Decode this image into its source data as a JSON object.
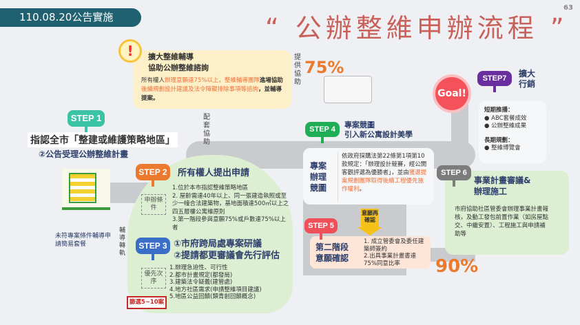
{
  "header": {
    "date_label": "110.08.20公告實施",
    "title": "“ 公辦整維申辦流程 ”",
    "page_number": "63"
  },
  "advice": {
    "title1": "擴大整維輔導",
    "title2": "協助公辦整維諮詢",
    "body_a": "所有權人",
    "body_b": "辦理意願達75%以上，整維輔導團隊",
    "body_c": "進場協助",
    "body_d": "後續規劃設計建議及法令障礙排除事項等諮詢",
    "body_e": "，並輔導提案。",
    "side": "提供協助",
    "mid": "配套協助",
    "pct": "75%"
  },
  "step1": {
    "label": "STEP 1",
    "line1": "指認全市「整建或維護策略地區」",
    "line2": "②公告受理公辦整維計畫"
  },
  "step2": {
    "label": "STEP 2",
    "title": "所有權人提出申請",
    "tag": "申辦條件",
    "items": [
      "1.位於本市指認整維策略地區",
      "2. 屋齡需達40年以上、同一張建造執照或至少一幢合法建築物，基地面積達500㎡以上之四五層樓公寓維原則",
      "3.第一階段參與意願75%或戶數達75%以上者"
    ]
  },
  "side_note": {
    "text": "未符專案條件輔導申請簡易套餐",
    "arrow": "輔導轉軌"
  },
  "step3": {
    "label": "STEP 3",
    "line1": "①市府跨局處專案研議",
    "line2": "②提請都更審議會先行評估",
    "tag": "優先次序",
    "items": [
      "1.辦理急迫性、可行性",
      "2.都市計畫規定(都發局)",
      "3.建築法令疑義(建管處)",
      "4.地方社區需求(申請整維項目建議)",
      "5.地區公益回饋(類青創回饋概念)"
    ],
    "badge": "篩選5~10案"
  },
  "step4": {
    "label": "STEP 4",
    "title1": "專案競圖",
    "title2": "引入新公寓設計美學",
    "side": "專案辦理競圖",
    "body_a": "依政府採購法第22條第1項第10款規定：「辦理設計競賽，經公開客觀評選為優勝者」，並由",
    "body_b": "獲選提案規劃團隊取得後續工程優先施作權利",
    "body_c": "。"
  },
  "step5": {
    "label": "STEP 5",
    "arrow": "意願再確認",
    "side": "第二階段意願確認",
    "items": [
      "1. 成立管委會及委任建築師簽約",
      "2.出具事業計畫書達75%同意比率"
    ],
    "pct": "90%"
  },
  "step6": {
    "label": "STEP 6",
    "title1": "事業計畫審議&",
    "title2": "辦理施工",
    "body": "市府協助社區管委會辦理事業計畫報核，及動工發包前置作業（如房屋點交、中繼安置）、工程施工與申請補助等"
  },
  "step7": {
    "label": "STEP7",
    "title1": "擴大",
    "title2": "行銷",
    "short": "短期推播：",
    "short_items": [
      "ABC套餐成效",
      "公辦整維成果"
    ],
    "long": "長期規劃：",
    "long_items": [
      "整維博覽會"
    ],
    "goal": "Goal!"
  },
  "colors": {
    "teal": "#1f6170",
    "title": "#c9605a",
    "step1": "#3cc3a6",
    "step2": "#ec7a2e",
    "step3": "#3a6fc8",
    "step4": "#1fae55",
    "step5": "#f0505a",
    "step6": "#7c7c7c",
    "step7": "#6a2f9e"
  }
}
